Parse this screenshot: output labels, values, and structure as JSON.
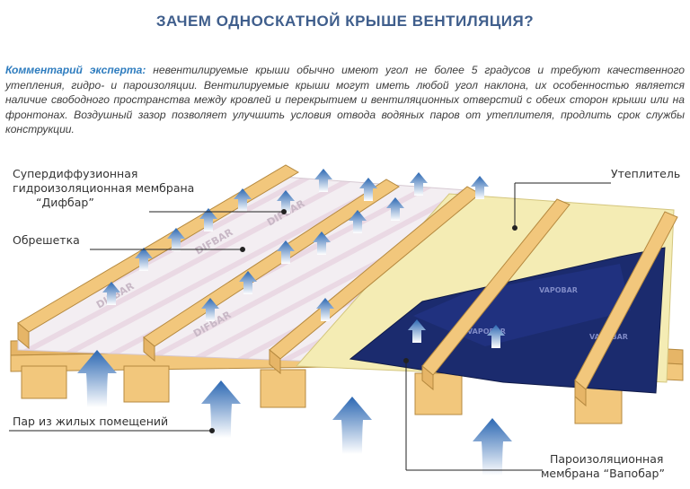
{
  "title": "ЗАЧЕМ ОДНОСКАТНОЙ КРЫШЕ ВЕНТИЛЯЦИЯ?",
  "comment": {
    "lead": "Комментарий эксперта:",
    "text": " невентилируемые крыши обычно имеют угол не более 5 градусов и требуют качественного утепления, гидро- и пароизоляции. Вентилируемые крыши могут иметь любой угол наклона, их особенностью является наличие свободного пространства между кровлей и перекрытием и вентиляционных отверстий с обеих сторон крыши или на фронтонах. Воздушный зазор позволяет улучшить условия отвода водяных паров от утеплителя, продлить срок службы конструкции."
  },
  "labels": {
    "membrane_line1": "Супердиффузионная",
    "membrane_line2": "гидроизоляционная мембрана",
    "membrane_line3": "“Дифбар”",
    "batten": "Обрешетка",
    "insulation": "Утеплитель",
    "vapor": "Пар из жилых помещений",
    "barrier_line1": "Пароизоляционная",
    "barrier_line2": "мембрана “Вапобар”"
  },
  "film_print": {
    "difbar": "DIFBAR",
    "vapobar": "VAPOBAR"
  },
  "colors": {
    "title": "#3f5e8c",
    "comment_lead": "#2f7dbf",
    "wood": "#f2c77c",
    "wood_edge": "#b5893f",
    "membrane": "#f3eef2",
    "insulation": "#f4ecb4",
    "vapor_barrier": "#1b2b6e",
    "arrow": "#2c68b3"
  }
}
